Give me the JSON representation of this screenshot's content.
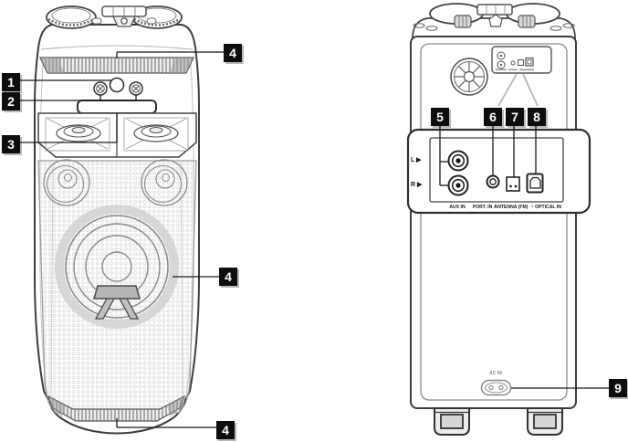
{
  "diagram": {
    "callouts": {
      "c1": "1",
      "c2": "2",
      "c3": "3",
      "c4": "4",
      "c5": "5",
      "c6": "6",
      "c7": "7",
      "c8": "8",
      "c9": "9"
    },
    "labels": {
      "channel_left": "L ▶",
      "channel_right": "R ▶",
      "aux_in": "AUX IN",
      "port_in": "PORT. IN ┘",
      "antenna_fm": "ANTENNA (FM)",
      "optical_in": "└ OPTICAL IN",
      "ac_in": "AC IN"
    },
    "colors": {
      "callout_bg": "#0d0d0d",
      "line_art": "#3d3d3d"
    }
  }
}
